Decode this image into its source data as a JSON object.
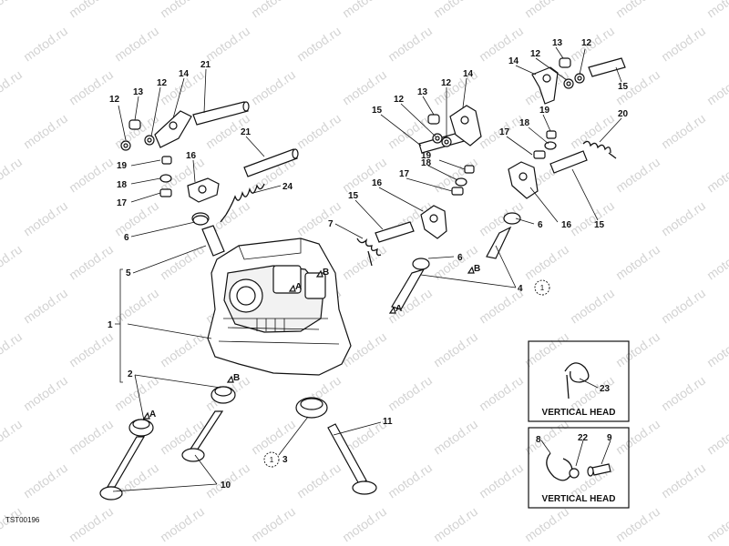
{
  "watermark": "motod.ru",
  "drawing_code": "TST00196",
  "inset_top_title": "VERTICAL HEAD",
  "inset_bottom_title": "VERTICAL HEAD",
  "callouts": {
    "c1": "1",
    "c3": "1"
  },
  "labels": {
    "n1": "1",
    "n2": "2",
    "n3": "3",
    "n4": "4",
    "n5": "5",
    "n6a": "6",
    "n6b": "6",
    "n6c": "6",
    "n7": "7",
    "n8": "8",
    "n9": "9",
    "n10": "10",
    "n11": "11",
    "n12a": "12",
    "n12b": "12",
    "n12c": "12",
    "n12d": "12",
    "n12e": "12",
    "n13a": "13",
    "n13b": "13",
    "n13c": "13",
    "n14a": "14",
    "n14b": "14",
    "n14c": "14",
    "n15a": "15",
    "n15b": "15",
    "n15c": "15",
    "n15d": "15",
    "n16a": "16",
    "n16b": "16",
    "n16c": "16",
    "n17a": "17",
    "n17b": "17",
    "n17c": "17",
    "n18a": "18",
    "n18b": "18",
    "n18c": "18",
    "n19a": "19",
    "n19b": "19",
    "n19c": "19",
    "n20": "20",
    "n21a": "21",
    "n21b": "21",
    "n22": "22",
    "n23": "23",
    "n24": "24"
  },
  "letters": {
    "A1": "A",
    "A2": "A",
    "A3": "A",
    "B1": "B",
    "B2": "B",
    "B3": "B"
  }
}
